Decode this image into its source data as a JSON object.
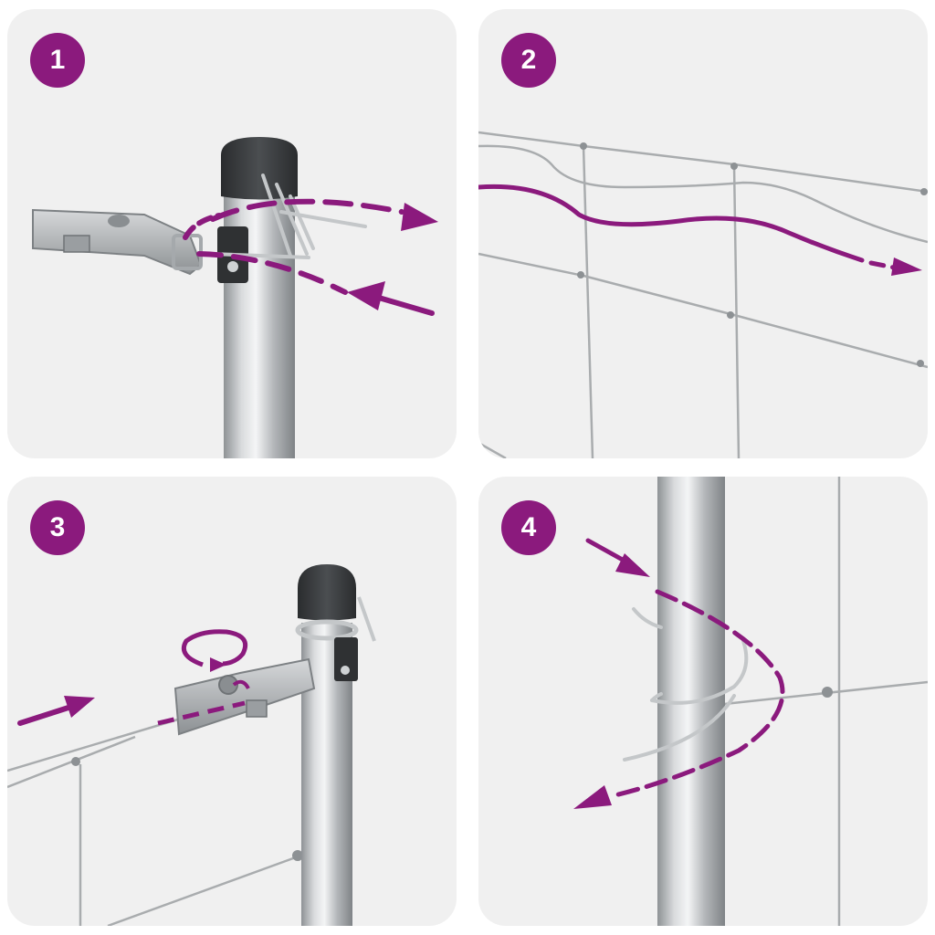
{
  "colors": {
    "accent": "#8b1a7d",
    "panel_bg": "#f0f0f0",
    "post_metal": "#b9bcbf",
    "cap": "#3d3f42",
    "wire": "#a9acae"
  },
  "steps": [
    {
      "number": "1"
    },
    {
      "number": "2"
    },
    {
      "number": "3"
    },
    {
      "number": "4"
    }
  ]
}
